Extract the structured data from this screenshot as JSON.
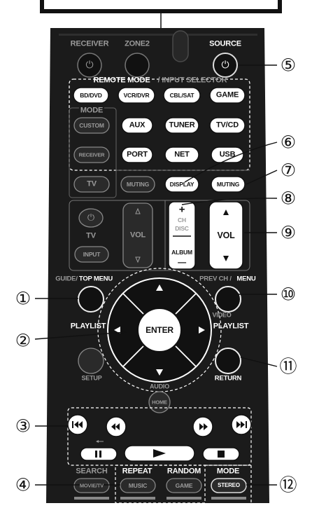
{
  "remote": {
    "top_buttons": {
      "receiver": "RECEIVER",
      "zone2": "ZONE2",
      "source": "SOURCE"
    },
    "group_label": {
      "remote_mode": "REMOTE MODE",
      "input_selector": "/ INPUT SELECTOR"
    },
    "input_buttons": [
      "BD/DVD",
      "VCR/DVR",
      "CBL/SAT",
      "GAME",
      "AUX",
      "TUNER",
      "TV/CD",
      "PORT",
      "NET",
      "USB"
    ],
    "mode_section": {
      "label": "MODE",
      "buttons": [
        "CUSTOM",
        "RECEIVER",
        "TV"
      ]
    },
    "muting_gray": "MUTING",
    "display": "DISPLAY",
    "muting": "MUTING",
    "tv_section": {
      "power": "⏻",
      "tv": "TV",
      "input": "INPUT"
    },
    "vol_gray": "VOL",
    "ch_rocker": {
      "plus": "+",
      "ch": "CH",
      "disc": "DISC",
      "album": "ALBUM",
      "minus": "—"
    },
    "vol_rocker": {
      "label": "VOL"
    },
    "guide_top_menu": {
      "guide": "GUIDE/",
      "top_menu": "TOP MENU"
    },
    "prev_ch_menu": {
      "prev_ch": "PREV CH /",
      "menu": "MENU"
    },
    "dpad": {
      "enter": "ENTER",
      "left_label": "PLAYLIST",
      "right_label": "PLAYLIST",
      "video": "VIDEO",
      "audio": "AUDIO",
      "home": "HOME"
    },
    "setup": "SETUP",
    "return": "RETURN",
    "bottom_labels": {
      "search": "SEARCH",
      "repeat": "REPEAT",
      "random": "RANDOM",
      "mode": "MODE"
    },
    "bottom_buttons": [
      "MOVIE/TV",
      "MUSIC",
      "GAME",
      "STEREO"
    ]
  },
  "callouts": [
    "①",
    "②",
    "③",
    "④",
    "⑤",
    "⑥",
    "⑦",
    "⑧",
    "⑨",
    "⑩",
    "⑪",
    "⑫"
  ],
  "colors": {
    "body": "#1b1b1b",
    "button_dark": "#111111",
    "button_white": "#ffffff",
    "gray_text": "#9a9a9a",
    "dashed_outline": "#ffffff"
  }
}
